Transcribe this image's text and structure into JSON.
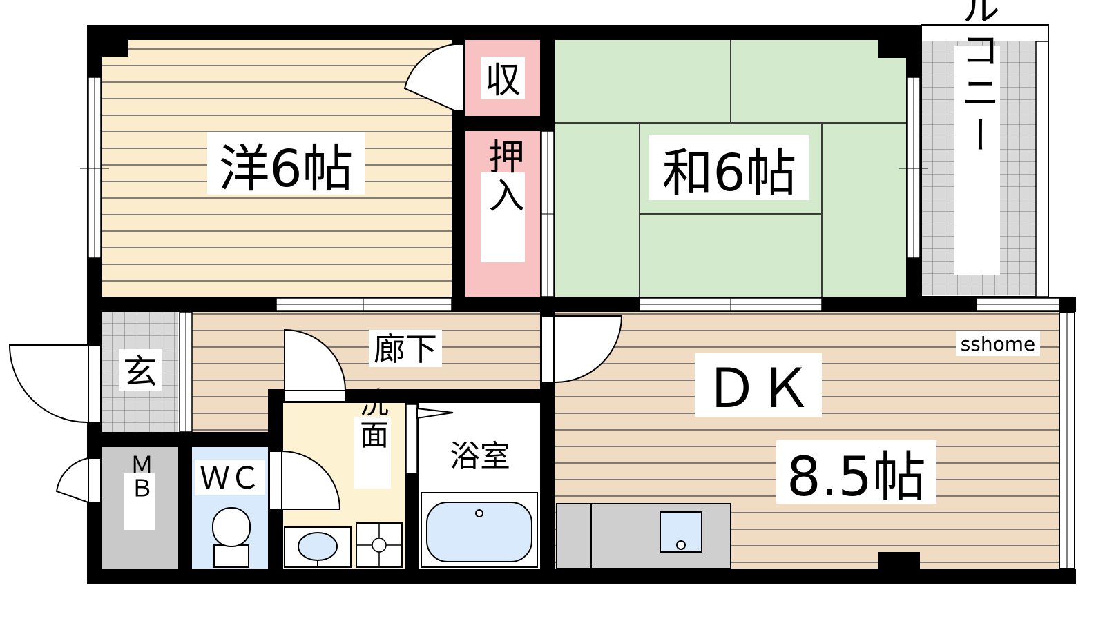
{
  "rooms": {
    "western": {
      "label": "洋6帖"
    },
    "japanese": {
      "label": "和6帖"
    },
    "storage": {
      "label": "収"
    },
    "closet": {
      "label": "押入"
    },
    "balcony": {
      "label": "バルコニー"
    },
    "hallway": {
      "label": "廊下"
    },
    "entrance": {
      "label": "玄"
    },
    "dk": {
      "label": "ＤＫ",
      "size": "8.5帖"
    },
    "washroom": {
      "label": "洗面"
    },
    "bathroom": {
      "label": "浴室"
    },
    "wc": {
      "label": "ＷＣ"
    },
    "meter_box": {
      "label": "ＭＢ"
    }
  },
  "watermark": "sshome",
  "colors": {
    "wood_yellow": "#fbeccd",
    "wood_tan": "#f0dcc3",
    "tatami": "#d3ebcc",
    "closet_pink": "#f9c2c2",
    "tile_grey": "#dcdcdc",
    "wc_blue": "#d8eafb",
    "washroom_cream": "#fdf3d2",
    "wall": "#000000"
  }
}
